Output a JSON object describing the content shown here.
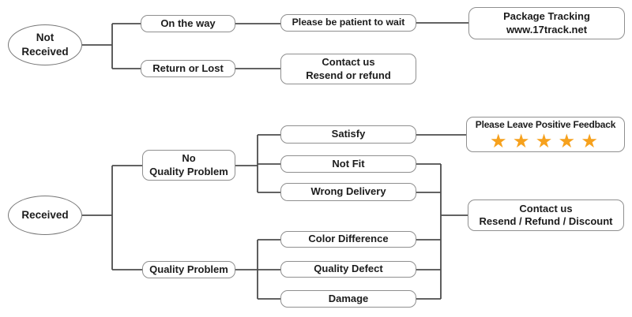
{
  "diagram_title": "Order received / not received customer service flowchart",
  "colors": {
    "star": "#F6A11D",
    "connector_line": "#4d4d4d",
    "box_border": "#8f8f8f",
    "text": "#1c1c1c",
    "background": "#ffffff"
  },
  "star_icon": "star-icon",
  "nodes": {
    "not_received": "Not Received",
    "on_the_way": "On the way",
    "be_patient": "Please be patient to wait",
    "package_tracking": {
      "line1": "Package Tracking",
      "line2": "www.17track.net"
    },
    "return_or_lost": "Return or Lost",
    "contact_not_received": {
      "line1": "Contact us",
      "line2": "Resend or refund"
    },
    "received": "Received",
    "no_quality_problem": {
      "line1": "No",
      "line2": "Quality Problem"
    },
    "satisfy": "Satisfy",
    "positive_feedback": {
      "title": "Please Leave Positive Feedback",
      "stars": "★★★★★",
      "star_count": 5
    },
    "not_fit": "Not Fit",
    "wrong_delivery": "Wrong Delivery",
    "quality_problem": "Quality Problem",
    "color_difference": "Color Difference",
    "quality_defect": "Quality Defect",
    "damage": "Damage",
    "contact_received": {
      "line1": "Contact us",
      "line2": "Resend / Refund / Discount"
    }
  }
}
